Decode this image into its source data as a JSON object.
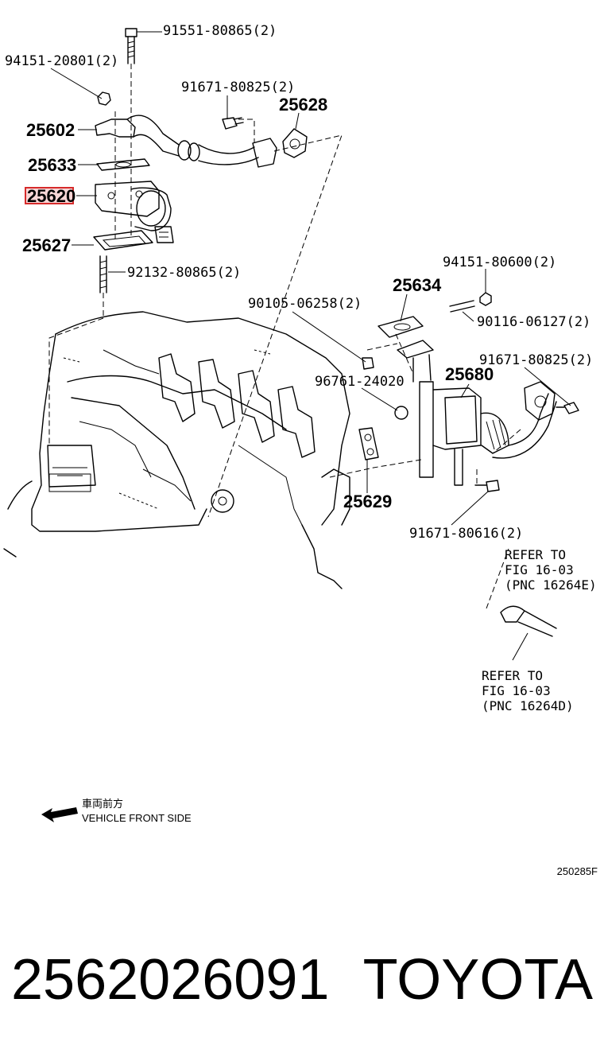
{
  "diagram": {
    "labels": {
      "p91551": "91551-80865(2)",
      "p94151a": "94151-20801(2)",
      "p91671a": "91671-80825(2)",
      "p25628": "25628",
      "p25602": "25602",
      "p25633": "25633",
      "p25620": "25620",
      "p25627": "25627",
      "p92132": "92132-80865(2)",
      "p94151b": "94151-80600(2)",
      "p25634": "25634",
      "p90105": "90105-06258(2)",
      "p90116": "90116-06127(2)",
      "p91671b": "91671-80825(2)",
      "p96761": "96761-24020",
      "p25680": "25680",
      "p25629": "25629",
      "p91671c": "91671-80616(2)"
    },
    "highlighted_part": "25620",
    "highlight_color": "#d62b2b",
    "refer_e": [
      "REFER TO",
      "FIG 16-03",
      "(PNC 16264E)"
    ],
    "refer_d": [
      "REFER TO",
      "FIG 16-03",
      "(PNC 16264D)"
    ],
    "direction_jp": "車両前方",
    "direction_en": "VEHICLE FRONT SIDE",
    "fig_code": "250285F"
  },
  "caption": {
    "part_number": "2562026091",
    "brand": "TOYOTA"
  }
}
